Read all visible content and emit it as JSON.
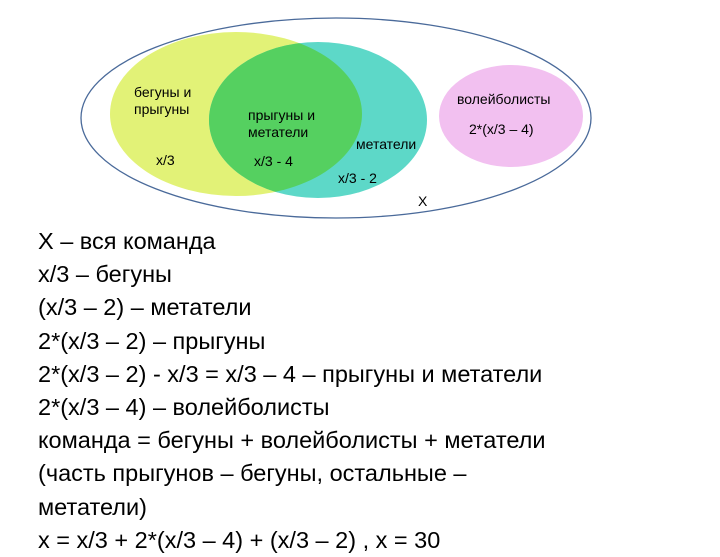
{
  "diagram": {
    "runners_jumpers_label": "бегуны и прыгуны",
    "runners_value": "x/3",
    "jumpers_throwers_label": "прыгуны и метатели",
    "jumpers_throwers_value": "x/3 - 4",
    "throwers_label": "метатели",
    "throwers_value": "x/3 - 2",
    "volleyball_label": "волейболисты",
    "volleyball_value": "2*(x/3 – 4)",
    "team_label": "X",
    "colors": {
      "runners": "#e2f277",
      "throwers": "#5dd8c8",
      "overlap": "#55d060",
      "volleyball": "#f2c0f0",
      "outline": "#4a6a9a"
    }
  },
  "lines": [
    "X – вся команда",
    "x/3 – бегуны",
    "(x/3 – 2) – метатели",
    "2*(x/3 – 2) – прыгуны",
    "2*(x/3 – 2) - x/3 = x/3 – 4 – прыгуны и метатели",
    "2*(x/3 – 4) – волейболисты",
    "команда = бегуны + волейболисты + метатели",
    "(часть прыгунов – бегуны, остальные –",
    "метатели)",
    "x = x/3 + 2*(x/3 – 4) + (x/3 – 2) , x = 30"
  ]
}
